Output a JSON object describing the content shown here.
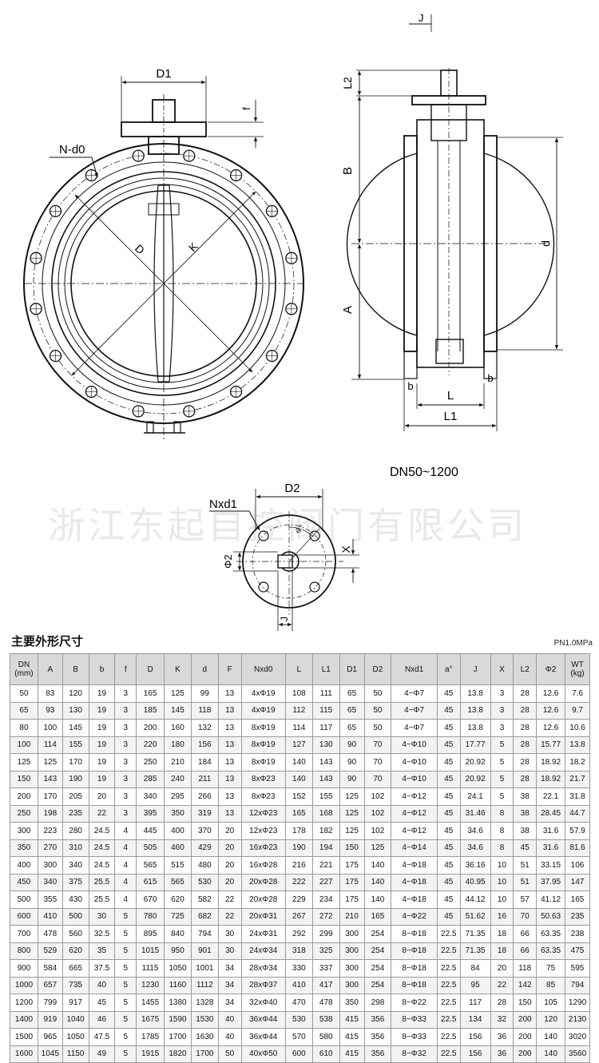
{
  "drawing": {
    "labels": {
      "D1": "D1",
      "f": "f",
      "Nd0": "N-d0",
      "D": "D",
      "K": "K",
      "J": "J",
      "L2": "L2",
      "B": "B",
      "A": "A",
      "d": "d",
      "b": "b",
      "L": "L",
      "L1": "L1",
      "D2": "D2",
      "Nxd1": "Nxd1",
      "a": "a°",
      "phi2": "Φ2",
      "X": "X",
      "J2": "J"
    },
    "range": "DN50~1200"
  },
  "watermark": "浙江东起自控阀门有限公司",
  "table_title": "主要外形尺寸",
  "pressure": "PN1.0MPa",
  "columns": [
    "DN\n(mm)",
    "A",
    "B",
    "b",
    "f",
    "D",
    "K",
    "d",
    "F",
    "Nxd0",
    "L",
    "L1",
    "D1",
    "D2",
    "Nxd1",
    "a°",
    "J",
    "X",
    "L2",
    "Φ2",
    "WT\n(kg)"
  ],
  "rows": [
    [
      "50",
      "83",
      "120",
      "19",
      "3",
      "165",
      "125",
      "99",
      "13",
      "4xΦ19",
      "108",
      "111",
      "65",
      "50",
      "4−Φ7",
      "45",
      "13.8",
      "3",
      "28",
      "12.6",
      "7.6"
    ],
    [
      "65",
      "93",
      "130",
      "19",
      "3",
      "185",
      "145",
      "118",
      "13",
      "4xΦ19",
      "112",
      "115",
      "65",
      "50",
      "4−Φ7",
      "45",
      "13.8",
      "3",
      "28",
      "12.6",
      "9.7"
    ],
    [
      "80",
      "100",
      "145",
      "19",
      "3",
      "200",
      "160",
      "132",
      "13",
      "8xΦ19",
      "114",
      "117",
      "65",
      "50",
      "4−Φ7",
      "45",
      "13.8",
      "3",
      "28",
      "12.6",
      "10.6"
    ],
    [
      "100",
      "114",
      "155",
      "19",
      "3",
      "220",
      "180",
      "156",
      "13",
      "8xΦ19",
      "127",
      "130",
      "90",
      "70",
      "4−Φ10",
      "45",
      "17.77",
      "5",
      "28",
      "15.77",
      "13.8"
    ],
    [
      "125",
      "125",
      "170",
      "19",
      "3",
      "250",
      "210",
      "184",
      "13",
      "8xΦ19",
      "140",
      "143",
      "90",
      "70",
      "4−Φ10",
      "45",
      "20.92",
      "5",
      "28",
      "18.92",
      "18.2"
    ],
    [
      "150",
      "143",
      "190",
      "19",
      "3",
      "285",
      "240",
      "211",
      "13",
      "8xΦ23",
      "140",
      "143",
      "90",
      "70",
      "4−Φ10",
      "45",
      "20.92",
      "5",
      "28",
      "18.92",
      "21.7"
    ],
    [
      "200",
      "170",
      "205",
      "20",
      "3",
      "340",
      "295",
      "266",
      "13",
      "8xΦ23",
      "152",
      "155",
      "125",
      "102",
      "4−Φ12",
      "45",
      "24.1",
      "5",
      "38",
      "22.1",
      "31.8"
    ],
    [
      "250",
      "198",
      "235",
      "22",
      "3",
      "395",
      "350",
      "319",
      "13",
      "12xΦ23",
      "165",
      "168",
      "125",
      "102",
      "4−Φ12",
      "45",
      "31.46",
      "8",
      "38",
      "28.45",
      "44.7"
    ],
    [
      "300",
      "223",
      "280",
      "24.5",
      "4",
      "445",
      "400",
      "370",
      "20",
      "12xΦ23",
      "178",
      "182",
      "125",
      "102",
      "4−Φ12",
      "45",
      "34.6",
      "8",
      "38",
      "31.6",
      "57.9"
    ],
    [
      "350",
      "270",
      "310",
      "24.5",
      "4",
      "505",
      "460",
      "429",
      "20",
      "16xΦ23",
      "190",
      "194",
      "150",
      "125",
      "4−Φ14",
      "45",
      "34.6",
      "8",
      "45",
      "31.6",
      "81.6"
    ],
    [
      "400",
      "300",
      "340",
      "24.5",
      "4",
      "565",
      "515",
      "480",
      "20",
      "16xΦ28",
      "216",
      "221",
      "175",
      "140",
      "4−Φ18",
      "45",
      "36.16",
      "10",
      "51",
      "33.15",
      "106"
    ],
    [
      "450",
      "340",
      "375",
      "25.5",
      "4",
      "615",
      "565",
      "530",
      "20",
      "20xΦ28",
      "222",
      "227",
      "175",
      "140",
      "4−Φ18",
      "45",
      "40.95",
      "10",
      "51",
      "37.95",
      "147"
    ],
    [
      "500",
      "355",
      "430",
      "25.5",
      "4",
      "670",
      "620",
      "582",
      "22",
      "20xΦ28",
      "229",
      "234",
      "175",
      "140",
      "4−Φ18",
      "45",
      "44.12",
      "10",
      "57",
      "41.12",
      "165"
    ],
    [
      "600",
      "410",
      "500",
      "30",
      "5",
      "780",
      "725",
      "682",
      "22",
      "20xΦ31",
      "267",
      "272",
      "210",
      "165",
      "4−Φ22",
      "45",
      "51.62",
      "16",
      "70",
      "50.63",
      "235"
    ],
    [
      "700",
      "478",
      "560",
      "32.5",
      "5",
      "895",
      "840",
      "794",
      "30",
      "24xΦ31",
      "292",
      "299",
      "300",
      "254",
      "8−Φ18",
      "22.5",
      "71.35",
      "18",
      "66",
      "63.35",
      "238"
    ],
    [
      "800",
      "529",
      "620",
      "35",
      "5",
      "1015",
      "950",
      "901",
      "30",
      "24xΦ34",
      "318",
      "325",
      "300",
      "254",
      "8−Φ18",
      "22.5",
      "71.35",
      "18",
      "66",
      "63.35",
      "475"
    ],
    [
      "900",
      "584",
      "665",
      "37.5",
      "5",
      "1115",
      "1050",
      "1001",
      "34",
      "28xΦ34",
      "330",
      "337",
      "300",
      "254",
      "8−Φ18",
      "22.5",
      "84",
      "20",
      "118",
      "75",
      "595"
    ],
    [
      "1000",
      "657",
      "735",
      "40",
      "5",
      "1230",
      "1160",
      "1112",
      "34",
      "28xΦ37",
      "410",
      "417",
      "300",
      "254",
      "8−Φ18",
      "22.5",
      "95",
      "22",
      "142",
      "85",
      "794"
    ],
    [
      "1200",
      "799",
      "917",
      "45",
      "5",
      "1455",
      "1380",
      "1328",
      "34",
      "32xΦ40",
      "470",
      "478",
      "350",
      "298",
      "8−Φ22",
      "22.5",
      "117",
      "28",
      "150",
      "105",
      "1290"
    ],
    [
      "1400",
      "919",
      "1040",
      "46",
      "5",
      "1675",
      "1590",
      "1530",
      "40",
      "36xΦ44",
      "530",
      "538",
      "415",
      "356",
      "8−Φ33",
      "22.5",
      "134",
      "32",
      "200",
      "120",
      "2130"
    ],
    [
      "1500",
      "965",
      "1050",
      "47.5",
      "5",
      "1785",
      "1700",
      "1630",
      "40",
      "36xΦ44",
      "570",
      "580",
      "415",
      "356",
      "8−Φ33",
      "22.5",
      "156",
      "36",
      "200",
      "140",
      "3020"
    ],
    [
      "1600",
      "1045",
      "1150",
      "49",
      "5",
      "1915",
      "1820",
      "1700",
      "50",
      "40xΦ50",
      "600",
      "610",
      "415",
      "356",
      "8−Φ32",
      "22.5",
      "156",
      "36",
      "200",
      "140",
      "3560"
    ]
  ]
}
